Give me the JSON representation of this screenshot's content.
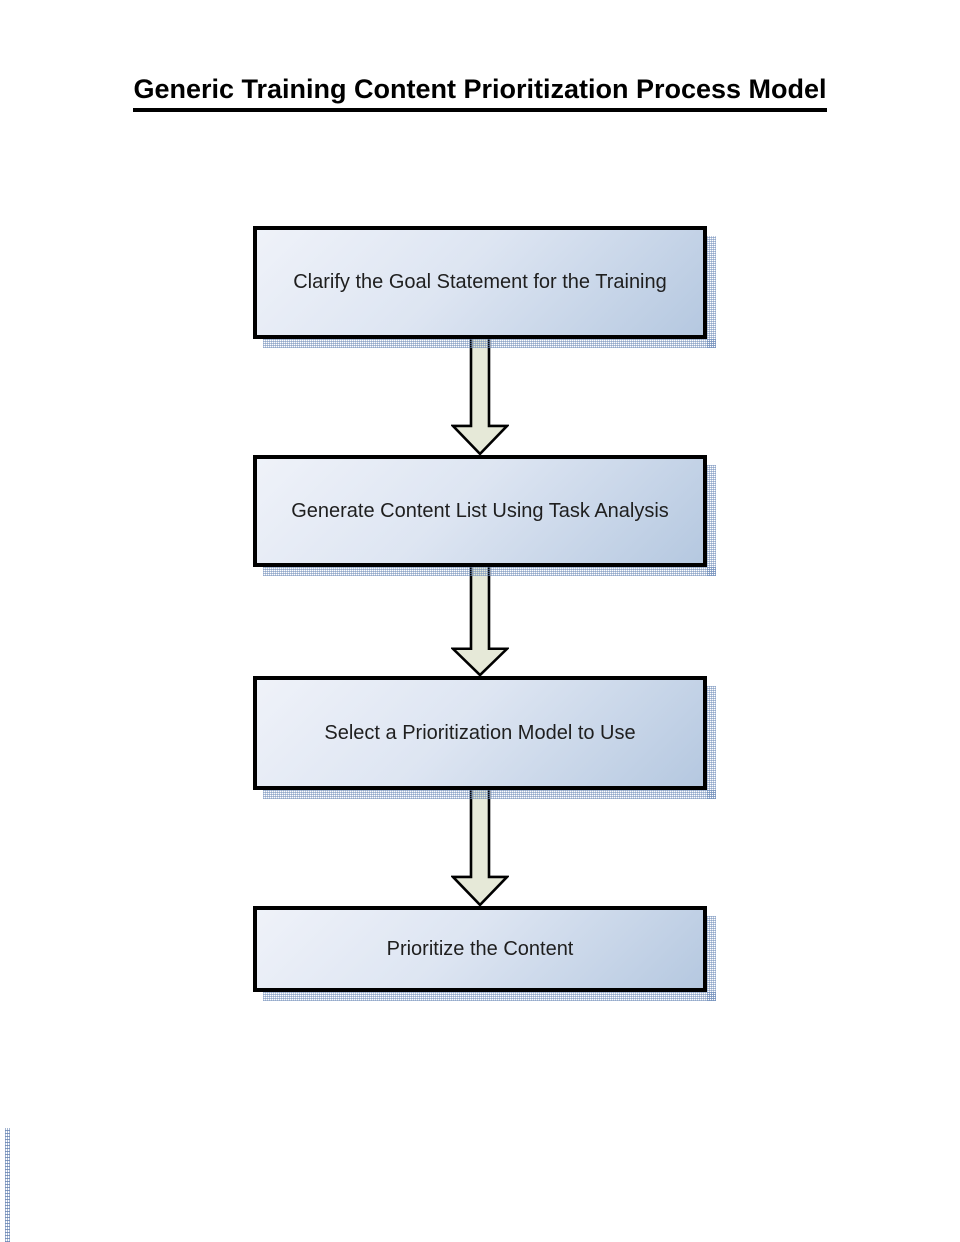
{
  "header": {
    "title": "Generic Training Content Prioritization Process Model"
  },
  "flow": {
    "steps": [
      {
        "label": "Clarify the Goal Statement for the Training"
      },
      {
        "label": "Generate Content List Using Task Analysis"
      },
      {
        "label": "Select a Prioritization Model to Use"
      },
      {
        "label": "Prioritize the Content"
      }
    ],
    "connector_icon": "down-block-arrow-icon"
  },
  "colors": {
    "box_fill_light": "#EFF2F9",
    "box_fill_dark": "#B5C8E0",
    "box_border": "#000000",
    "box_text": "#1F1F1F",
    "arrow_fill": "#E6E9D8",
    "arrow_outline": "#000000",
    "shadow_speckle": "#6E8CB9",
    "title_text": "#000000",
    "page_background": "#FFFFFF"
  }
}
